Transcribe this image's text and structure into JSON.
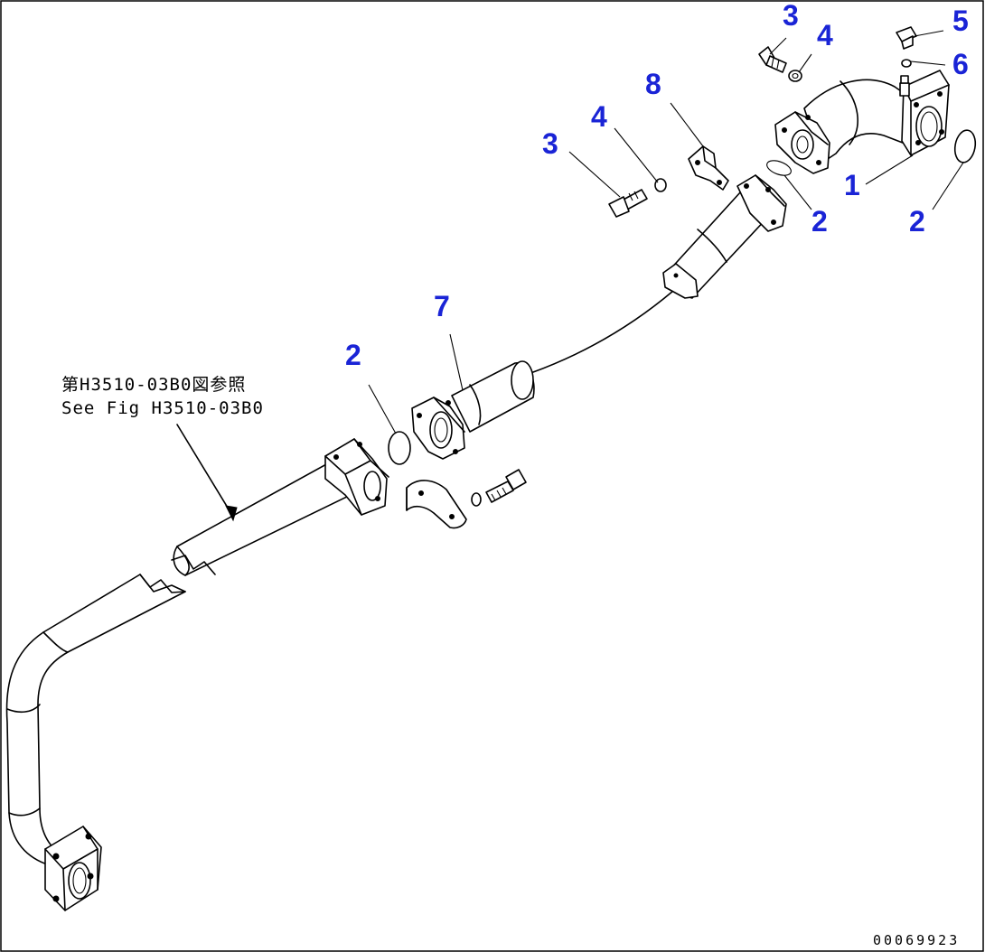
{
  "callouts": [
    {
      "id": "c3a",
      "label": "3"
    },
    {
      "id": "c4a",
      "label": "4"
    },
    {
      "id": "c5",
      "label": "5"
    },
    {
      "id": "c6",
      "label": "6"
    },
    {
      "id": "c8",
      "label": "8"
    },
    {
      "id": "c4b",
      "label": "4"
    },
    {
      "id": "c3b",
      "label": "3"
    },
    {
      "id": "c1",
      "label": "1"
    },
    {
      "id": "c2a",
      "label": "2"
    },
    {
      "id": "c2b",
      "label": "2"
    },
    {
      "id": "c7",
      "label": "7"
    },
    {
      "id": "c2c",
      "label": "2"
    }
  ],
  "reference": {
    "line_ja": "第H3510-03B0図参照",
    "line_en": "See Fig H3510-03B0"
  },
  "document_number": "00069923",
  "colors": {
    "callout": "#1a24d6",
    "line": "#000000",
    "background": "#ffffff"
  }
}
